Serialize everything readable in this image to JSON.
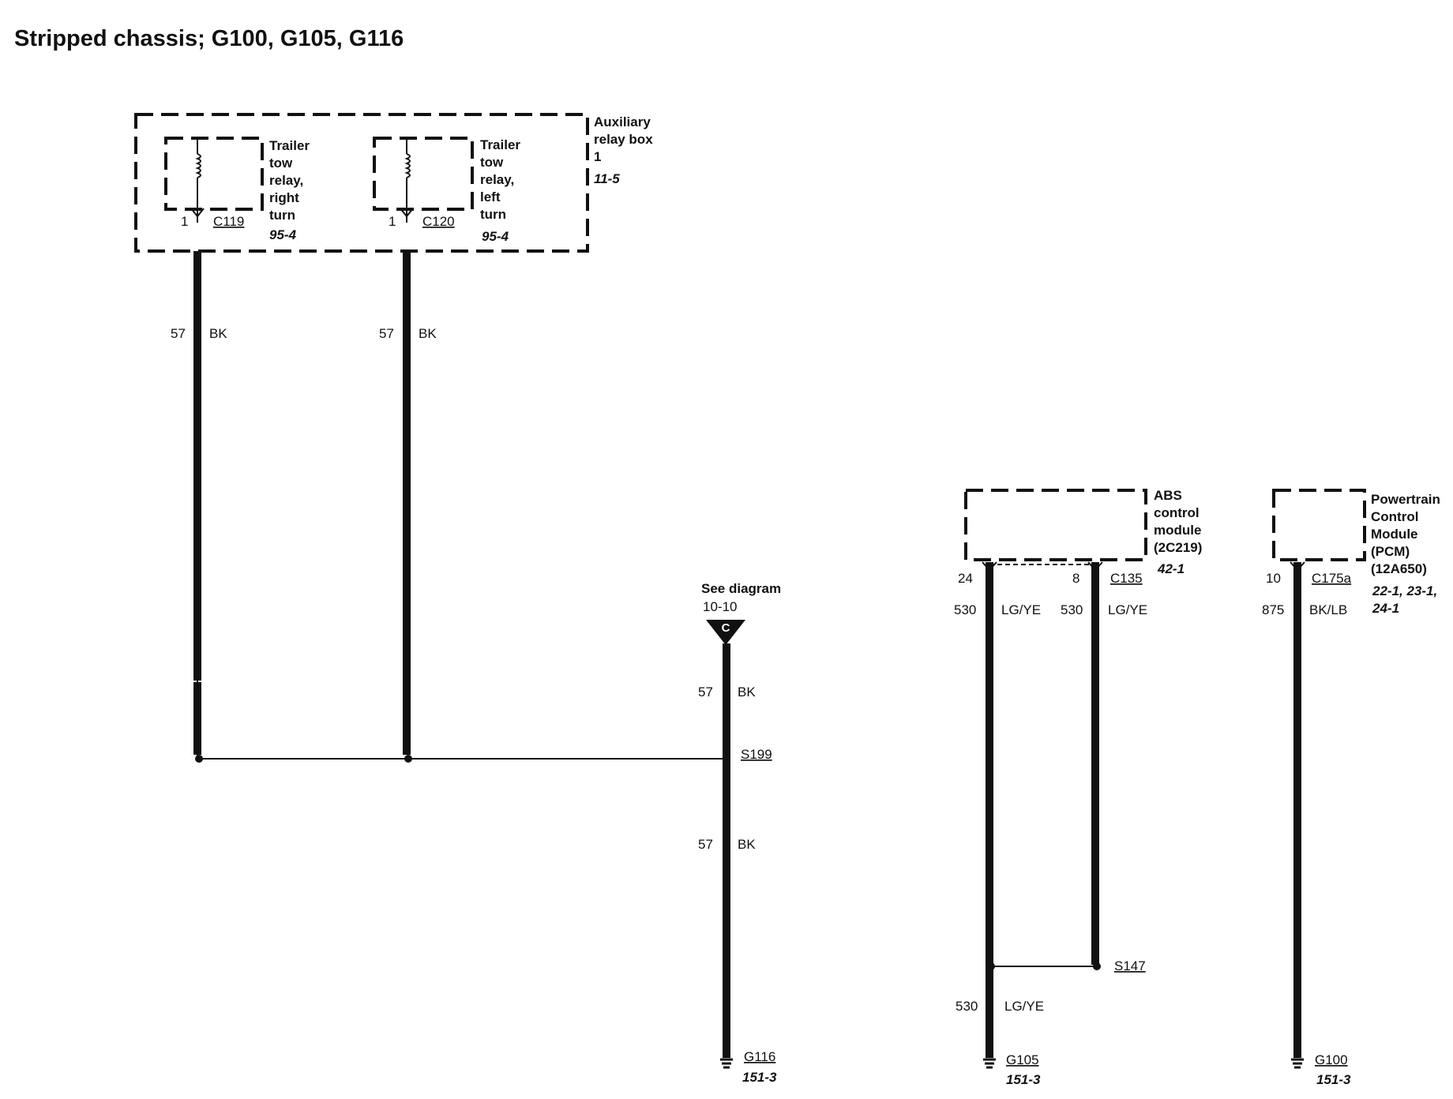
{
  "title": "Stripped chassis; G100, G105, G116",
  "aux_box": {
    "name_lines": [
      "Auxiliary",
      "relay box",
      "1"
    ],
    "ref": "11-5"
  },
  "relay_right": {
    "name_lines": [
      "Trailer",
      "tow",
      "relay,",
      "right",
      "turn"
    ],
    "ref": "95-4",
    "pin": "1",
    "connector": "C119"
  },
  "relay_left": {
    "name_lines": [
      "Trailer",
      "tow",
      "relay,",
      "left",
      "turn"
    ],
    "ref": "95-4",
    "pin": "1",
    "connector": "C120"
  },
  "wire_right": {
    "circuit": "57",
    "color": "BK"
  },
  "wire_left": {
    "circuit": "57",
    "color": "BK"
  },
  "see_diagram": {
    "label": "See diagram",
    "ref": "10-10",
    "letter": "C"
  },
  "wire_c_upper": {
    "circuit": "57",
    "color": "BK"
  },
  "wire_c_lower": {
    "circuit": "57",
    "color": "BK"
  },
  "splice_s199": "S199",
  "ground_g116": {
    "label": "G116",
    "ref": "151-3"
  },
  "abs": {
    "name_lines": [
      "ABS",
      "control",
      "module",
      "(2C219)"
    ],
    "ref": "42-1",
    "pin_a": "24",
    "pin_b": "8",
    "connector": "C135"
  },
  "wire_abs_a": {
    "circuit": "530",
    "color": "LG/YE"
  },
  "wire_abs_b": {
    "circuit": "530",
    "color": "LG/YE"
  },
  "splice_s147": "S147",
  "wire_abs_lower": {
    "circuit": "530",
    "color": "LG/YE"
  },
  "ground_g105": {
    "label": "G105",
    "ref": "151-3"
  },
  "pcm": {
    "name_lines": [
      "Powertrain",
      "Control",
      "Module",
      "(PCM)",
      "(12A650)"
    ],
    "ref_lines": [
      "22-1, 23-1,",
      "24-1"
    ],
    "pin": "10",
    "connector": "C175a"
  },
  "wire_pcm": {
    "circuit": "875",
    "color": "BK/LB"
  },
  "ground_g100": {
    "label": "G100",
    "ref": "151-3"
  }
}
